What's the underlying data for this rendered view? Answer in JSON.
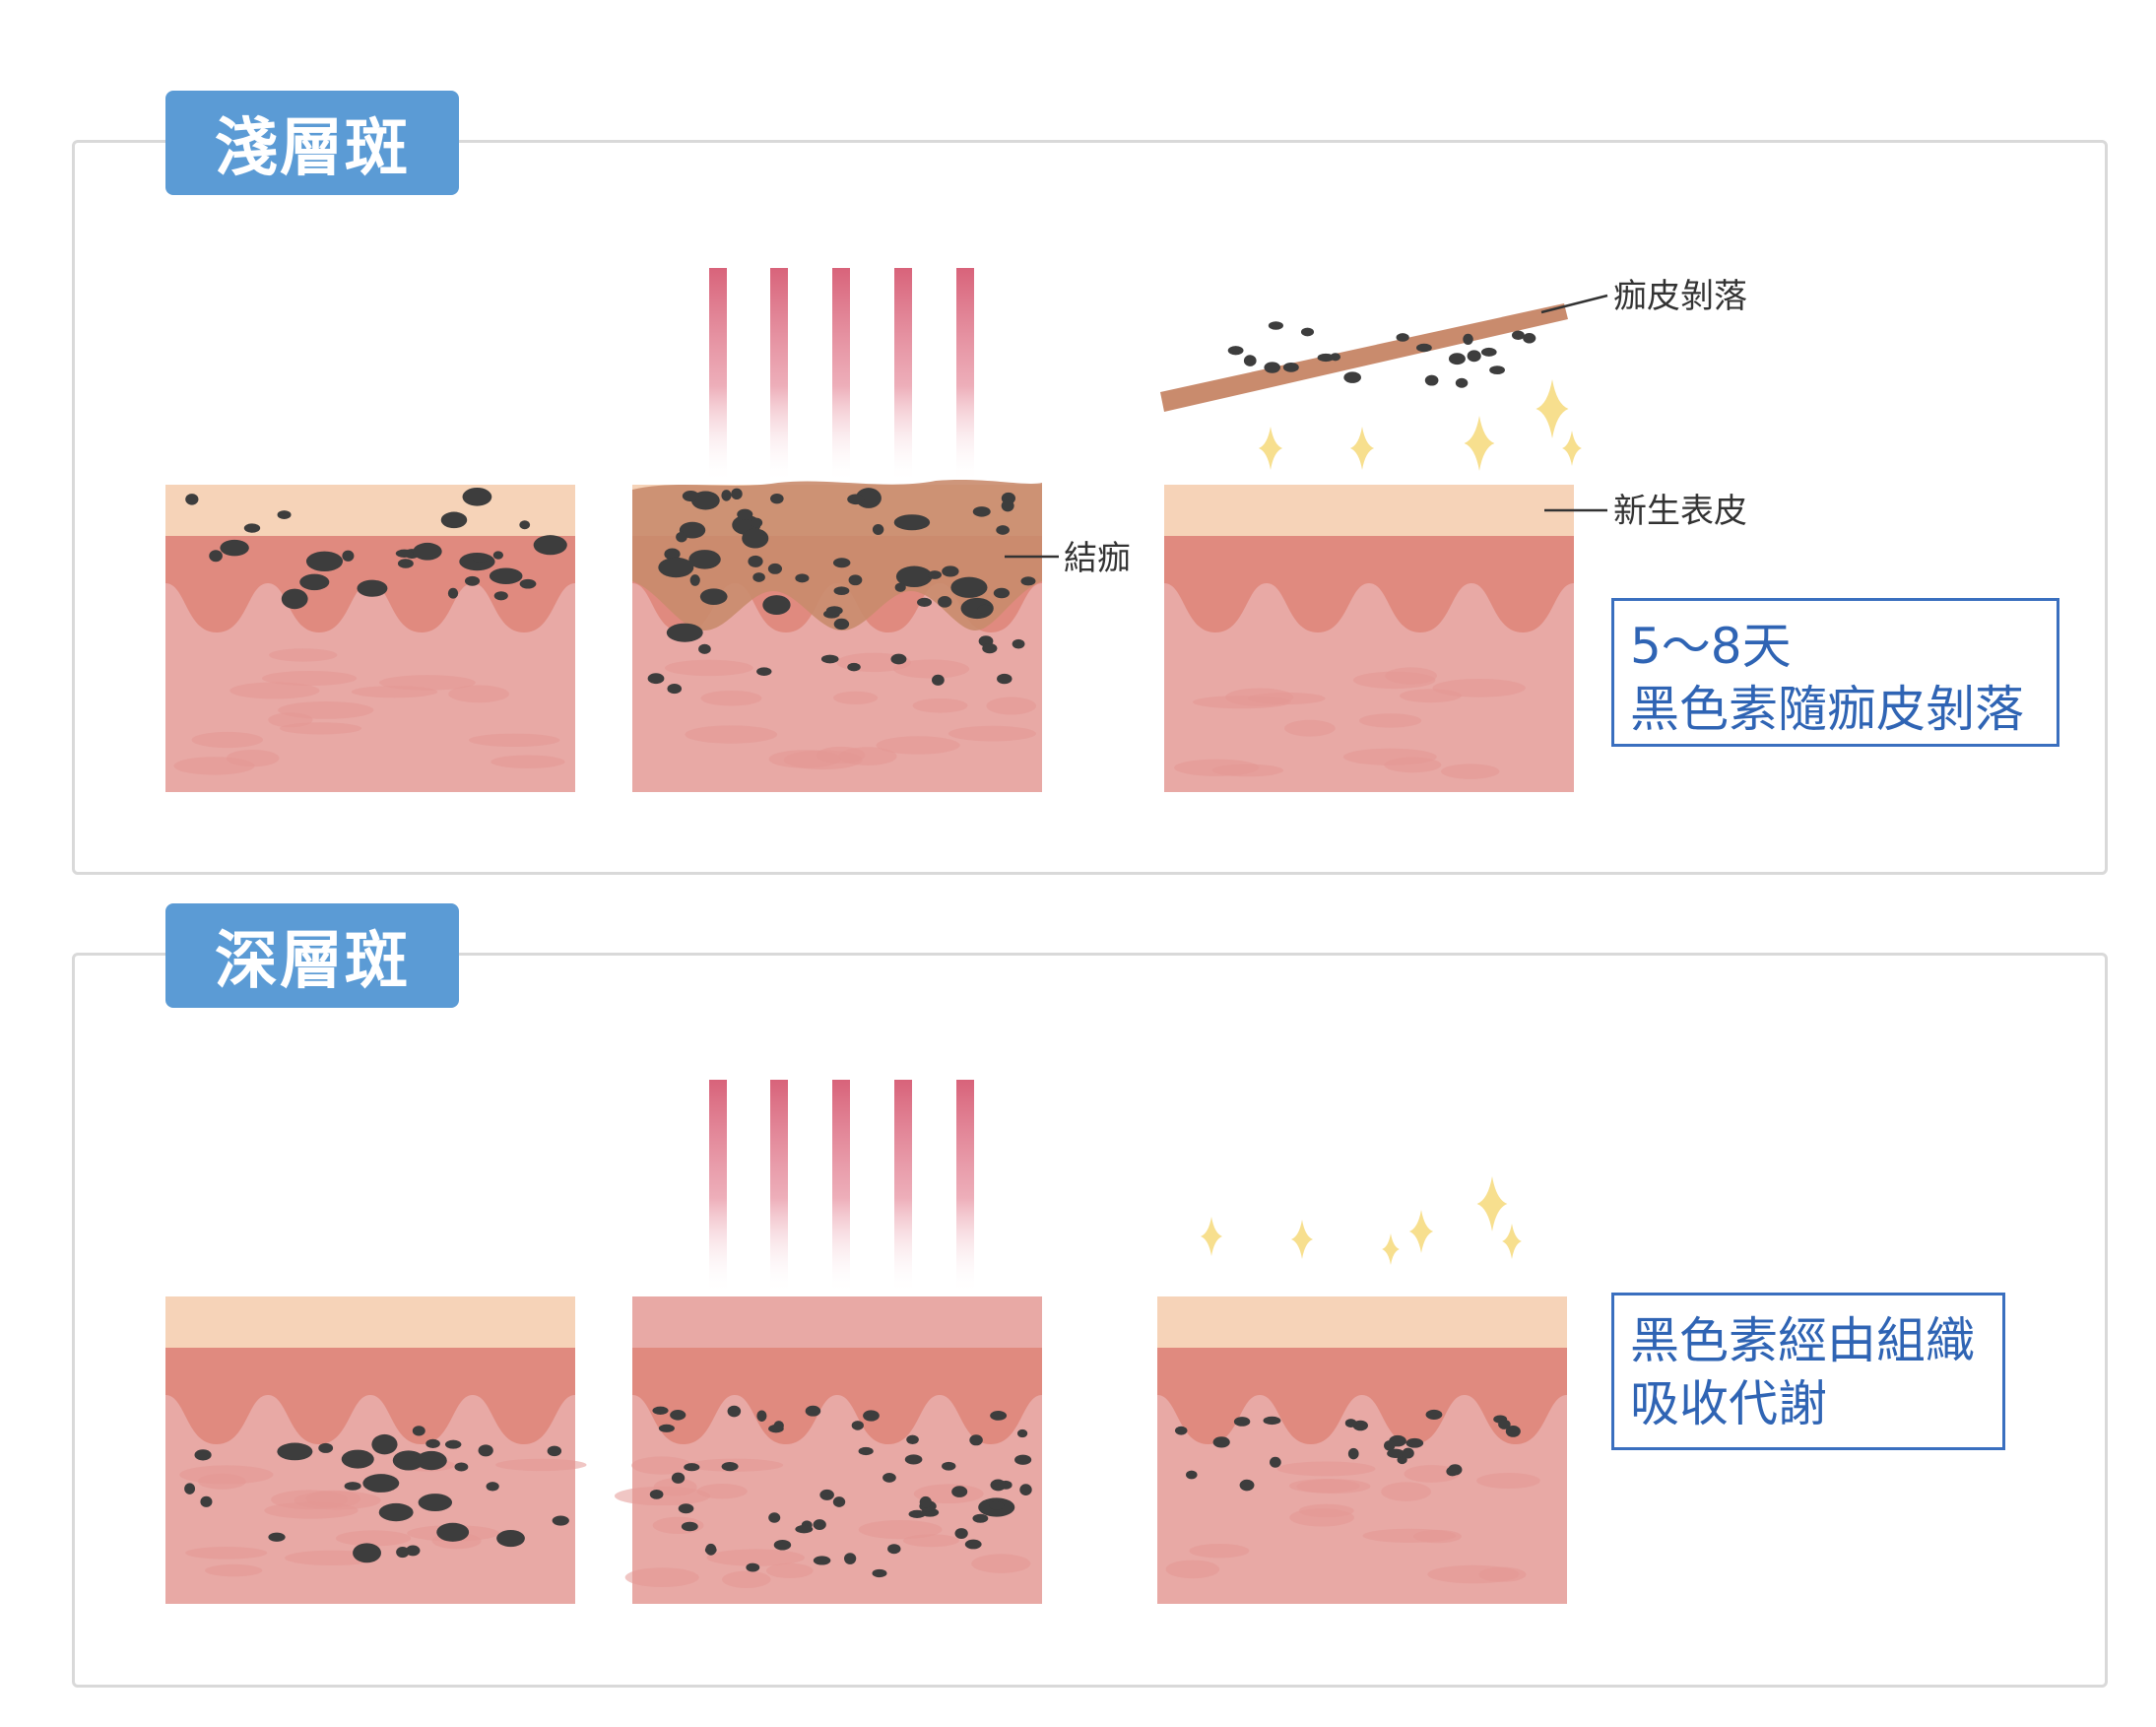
{
  "colors": {
    "accent": "#5b9bd5",
    "note_border": "#3a6fbf",
    "note_text": "#2f64b4",
    "epidermis": "#f6d3b8",
    "dermis_top": "#e08a7f",
    "dermis": "#e8a9a5",
    "pigment": "#3d3d3d",
    "scab": "#c98b6d",
    "laser": "#d8637a",
    "sparkle": "#f7df8e"
  },
  "panels": [
    {
      "title": "淺層斑",
      "labels": {
        "scab": "結痂",
        "peeling": "痂皮剝落",
        "new_skin": "新生表皮"
      },
      "note": [
        "5～8天",
        "黑色素隨痂皮剝落"
      ]
    },
    {
      "title": "深層斑",
      "note": [
        "黑色素經由組織",
        "吸收代謝"
      ]
    }
  ]
}
